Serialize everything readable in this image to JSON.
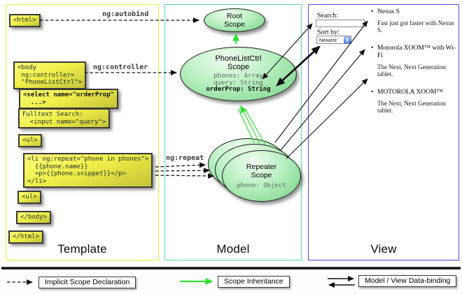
{
  "columns": {
    "template": {
      "label": "Template"
    },
    "model": {
      "label": "Model"
    },
    "view": {
      "label": "View"
    }
  },
  "annotations": {
    "autobind": "ng:autobind",
    "controller": "ng:controller",
    "repeat": "ng:repeat"
  },
  "template_code": {
    "html_open": "<html>",
    "body_open": "<body\n ng:controller=\n \"PhoneListCtrl\">",
    "select": "<select name=\"orderProp\"\n  ...>",
    "fulltext": "Fulltext Search:\n  <input name=\"query\">",
    "ul_open": "<ul>",
    "li_repeat": "<li ng:repeat=\"phone in phones\">\n  {{phone.name}}\n  <p>{{phone.snippet}}</p>\n</li>",
    "ul_close": "<ul>",
    "body_close": "</body>",
    "html_close": "</html>"
  },
  "model": {
    "root": {
      "title": "Root",
      "subtitle": "Scope"
    },
    "phonelist": {
      "title": "PhoneListCtrl",
      "subtitle": "Scope",
      "props": [
        "phones: Array",
        "query: String",
        "orderProp: String"
      ]
    },
    "repeater": {
      "title": "Repeater",
      "subtitle": "Scope",
      "prop": "phone: Object"
    }
  },
  "view": {
    "search_label": "Search:",
    "search_value": "",
    "sort_label": "Sort by:",
    "sort_value": "Newest",
    "items": [
      {
        "name": "Nexus S",
        "desc": "Fast just got faster with Nexus S."
      },
      {
        "name": "Motorola XOOM™ with Wi-Fi",
        "desc": "The Next, Next Generation tablet."
      },
      {
        "name": "MOTOROLA XOOM™",
        "desc": "The Next, Next Generation tablet."
      }
    ]
  },
  "legend": {
    "items": [
      {
        "label": "Implicit Scope Declaration",
        "arrow": "dashed-black"
      },
      {
        "label": "Scope Inheritance",
        "arrow": "solid-green"
      },
      {
        "label": "Model / View Data-binding",
        "arrow": "double-black"
      }
    ]
  },
  "colors": {
    "template_border": "#f0ea35",
    "model_border": "#57dfa2",
    "view_border": "#5a49e8",
    "scope_green": "#33dd33",
    "box_yellow": "#efef4a",
    "arrow_black": "#111111"
  }
}
